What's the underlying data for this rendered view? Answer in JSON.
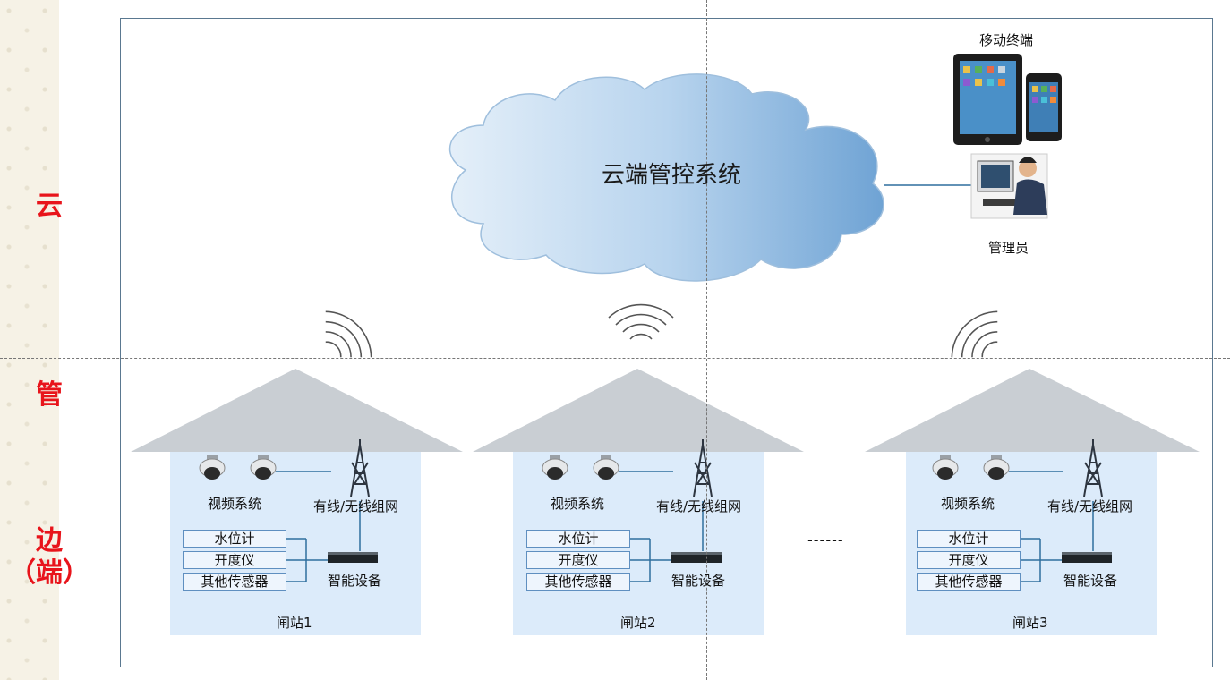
{
  "layers": {
    "cloud": "云",
    "pipe": "管",
    "edge_line1": "边",
    "edge_line2": "（端）"
  },
  "cloud": {
    "label": "云端管控系统"
  },
  "mobile": {
    "label": "移动终端"
  },
  "admin": {
    "label": "管理员"
  },
  "ellipsis": "------",
  "stations": [
    {
      "name": "闸站1",
      "video": "视频系统",
      "network": "有线/无线组网",
      "device": "智能设备",
      "sensors": [
        "水位计",
        "开度仪",
        "其他传感器"
      ]
    },
    {
      "name": "闸站2",
      "video": "视频系统",
      "network": "有线/无线组网",
      "device": "智能设备",
      "sensors": [
        "水位计",
        "开度仪",
        "其他传感器"
      ]
    },
    {
      "name": "闸站3",
      "video": "视频系统",
      "network": "有线/无线组网",
      "device": "智能设备",
      "sensors": [
        "水位计",
        "开度仪",
        "其他传感器"
      ]
    }
  ],
  "colors": {
    "layer_label": "#e8141b",
    "roof": "#c9ced3",
    "wall": "#dcebfa",
    "cloud_light": "#d9e9f7",
    "cloud_dark": "#6fa3d4",
    "link": "#2e6f9e"
  }
}
